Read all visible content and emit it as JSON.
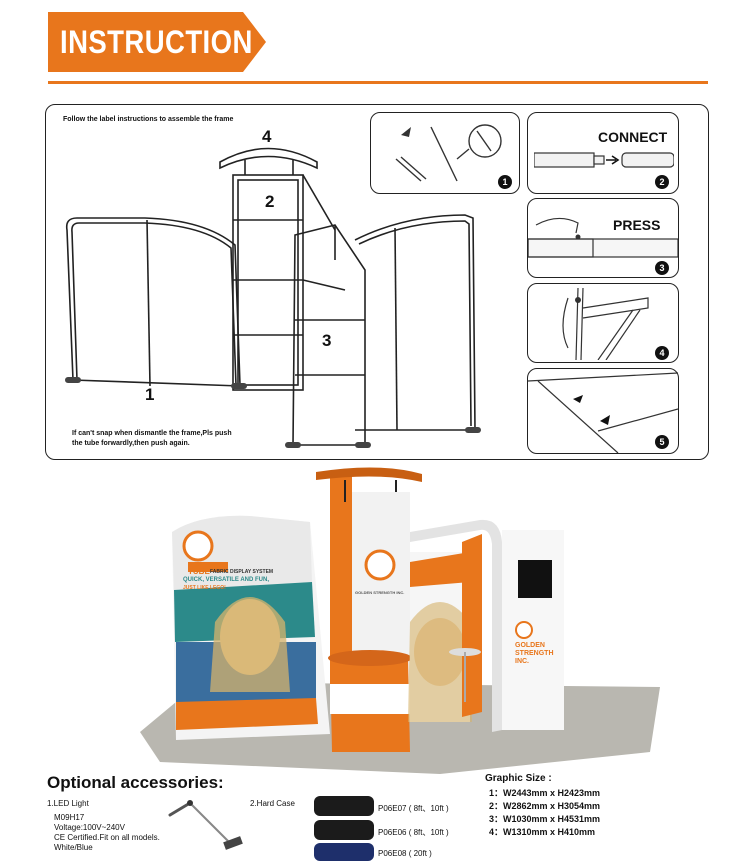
{
  "banner": {
    "title": "INSTRUCTION",
    "color": "#e8761c"
  },
  "instructions": {
    "caption": "Follow the label instructions to assemble the frame",
    "labels": [
      "1",
      "2",
      "3",
      "4"
    ],
    "note_line1": "If can't snap when dismantle the frame,Pls push",
    "note_line2": "the tube forwardly,then push again.",
    "steps": [
      {
        "num": "1",
        "label": ""
      },
      {
        "num": "2",
        "label": "CONNECT"
      },
      {
        "num": "3",
        "label": "PRESS"
      },
      {
        "num": "4",
        "label": ""
      },
      {
        "num": "5",
        "label": ""
      }
    ]
  },
  "booth": {
    "brand_line": "TUBE",
    "brand_sub": "FABRIC DISPLAY SYSTEM",
    "headline": "QUICK, VERSATILE AND FUN,",
    "headline2": "JUST LIKE LEGO!",
    "company": "GOLDEN STRENGTH INC.",
    "company_l1": "GOLDEN",
    "company_l2": "STRENGTH",
    "company_l3": "INC.",
    "accent": "#e8761c"
  },
  "accessories": {
    "title": "Optional accessories:",
    "led": {
      "heading": "1.LED Light",
      "model": "M09H17",
      "voltage": "Voltage:100V~240V",
      "cert": "CE Certified.Fit on all models.",
      "colors": "White/Blue"
    },
    "hard_case": {
      "heading": "2.Hard Case",
      "items": [
        "P06E07 ( 8ft、10ft )",
        "P06E06 ( 8ft、10ft )",
        "P06E08 ( 20ft )"
      ]
    }
  },
  "graphic_size": {
    "title": "Graphic Size :",
    "items": [
      "1：W2443mm x H2423mm",
      "2：W2862mm x H3054mm",
      "3：W1030mm x H4531mm",
      "4：W1310mm x H410mm"
    ]
  }
}
